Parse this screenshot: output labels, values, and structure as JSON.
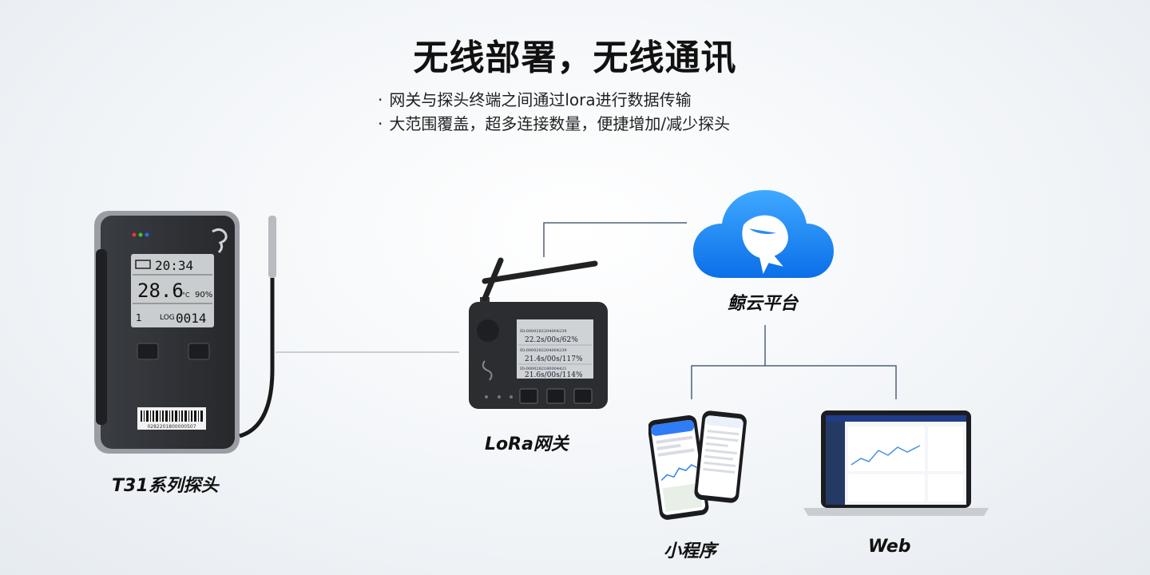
{
  "title": "无线部署，无线通讯",
  "bullets": [
    "网关与探头终端之间通过lora进行数据传输",
    "大范围覆盖，超多连接数量，便捷增加/减少探头"
  ],
  "nodes": {
    "probe": {
      "label": "T31系列探头",
      "lcd_time": "20:34",
      "lcd_temp": "28.6",
      "lcd_unit": "°C",
      "lcd_humidity": "90%",
      "lcd_index": "1",
      "lcd_log_label": "LOG",
      "lcd_log_value": "0014",
      "barcode_text": "0282201800000507"
    },
    "gateway": {
      "label": "LoRa网关",
      "rows": [
        {
          "id": "ID:0000282204004239",
          "value": "22.2s/00s/62%"
        },
        {
          "id": "ID:0000282204004239",
          "value": "21.4s/00s/117%"
        },
        {
          "id": "ID:0000282180004421",
          "value": "21.6s/00s/114%"
        }
      ]
    },
    "cloud": {
      "label": "鲸云平台"
    },
    "miniprogram": {
      "label": "小程序"
    },
    "web": {
      "label": "Web"
    }
  },
  "colors": {
    "cloud_top": "#3fa9ff",
    "cloud_bottom": "#0b6fe8",
    "line": "#4f6278",
    "device_dark": "#2b2d31",
    "lcd": "#c9cdcf"
  }
}
